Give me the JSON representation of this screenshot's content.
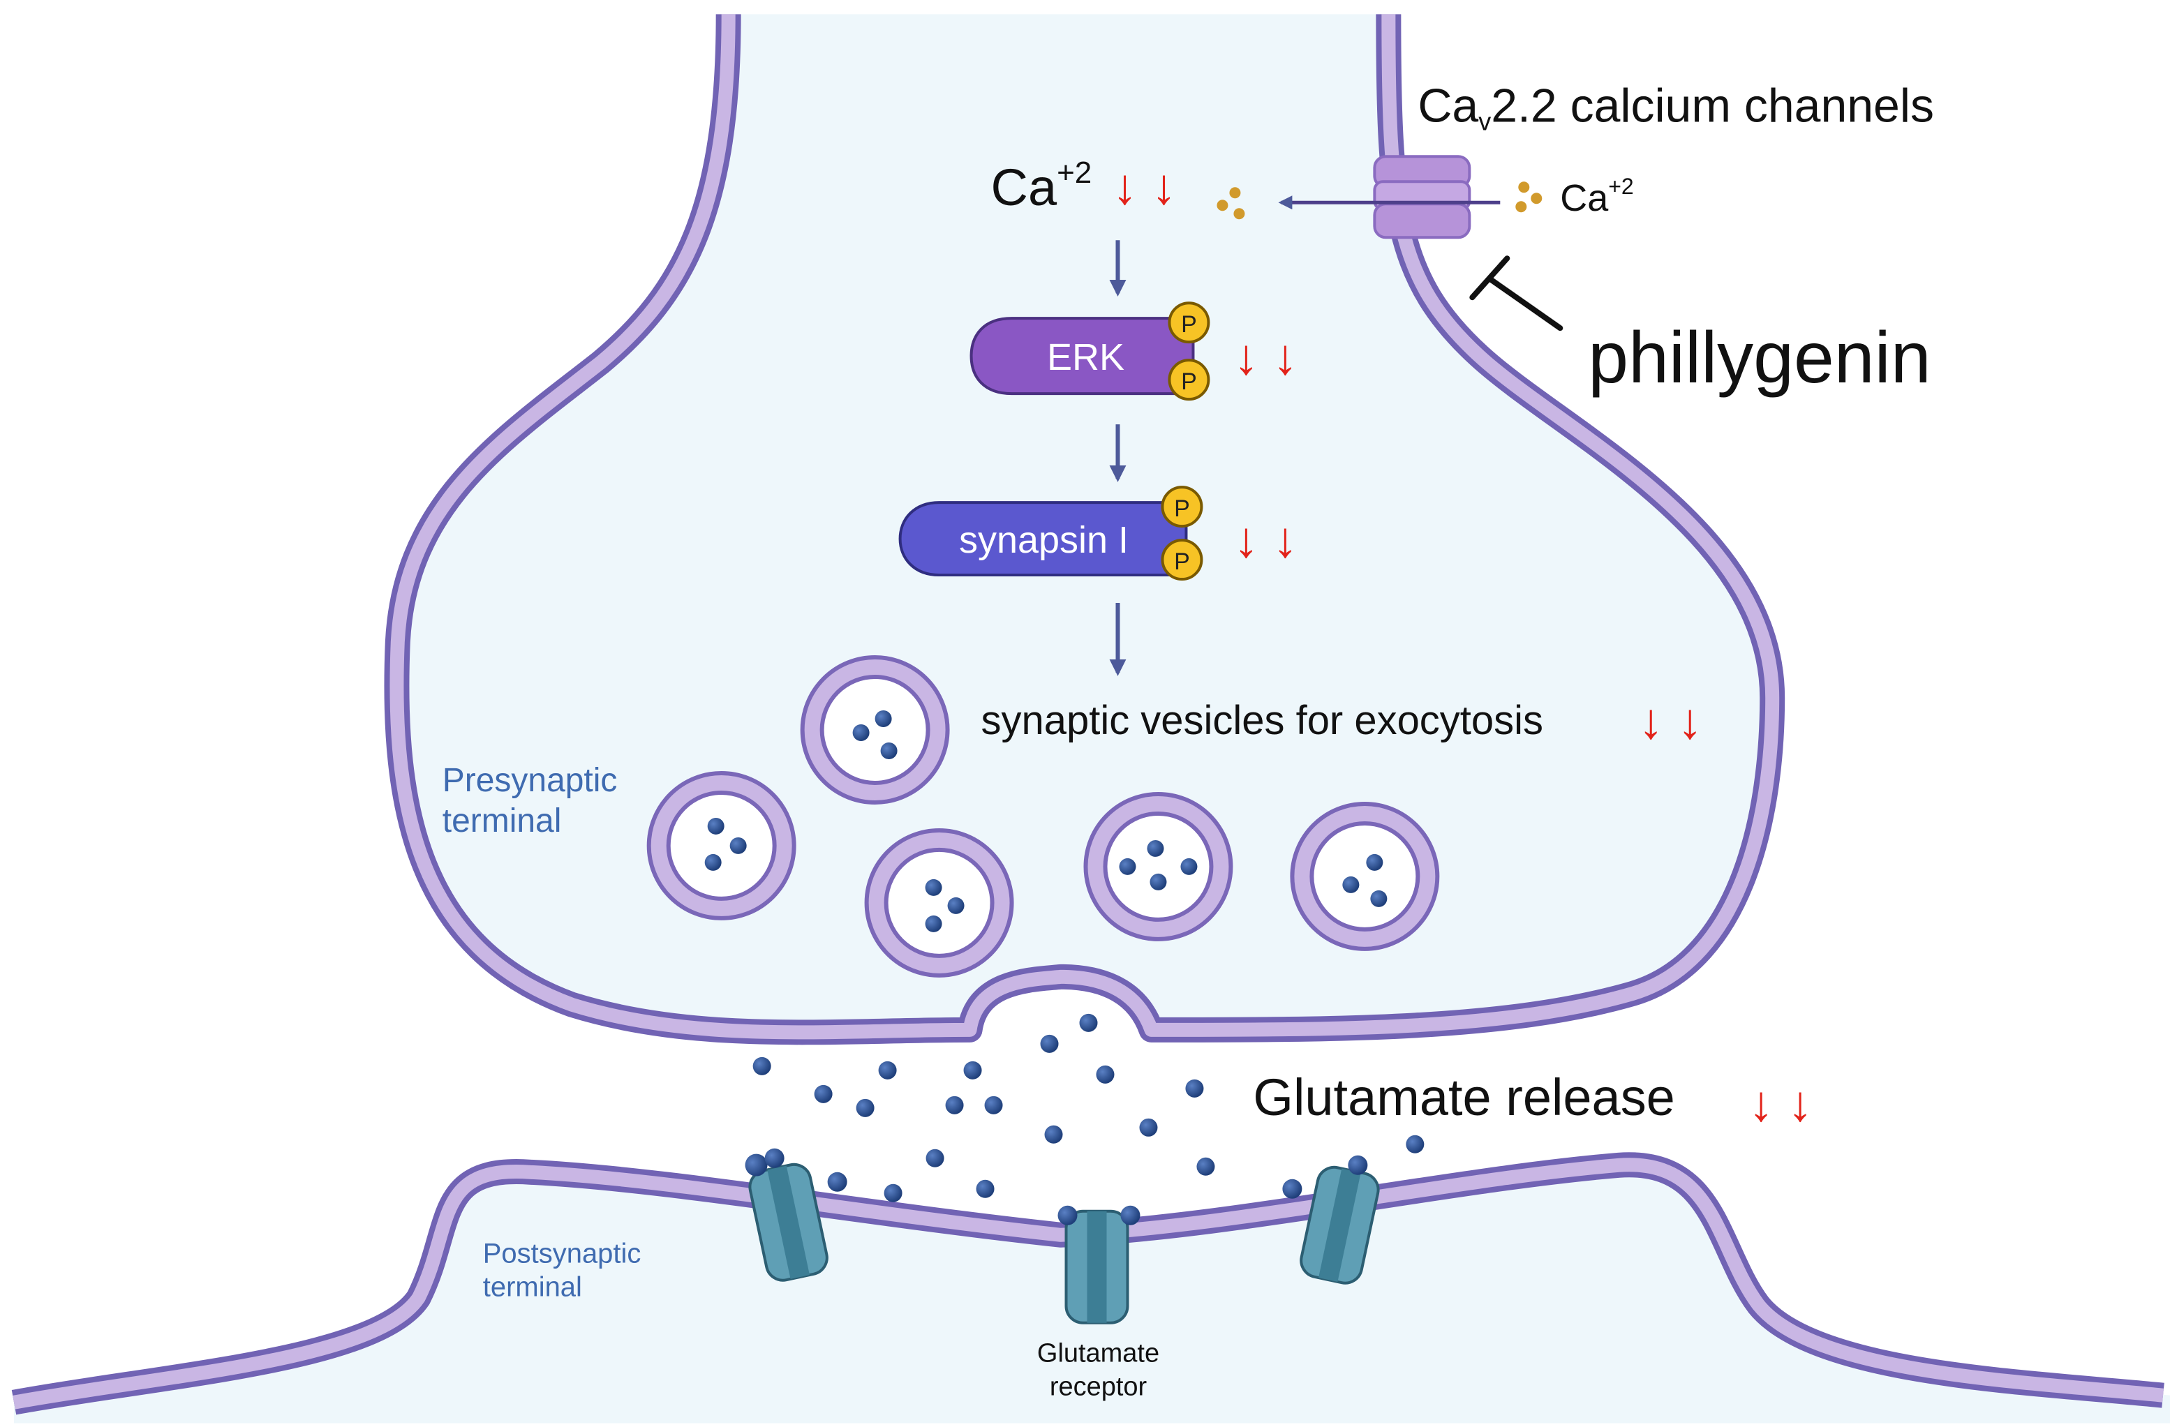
{
  "labels": {
    "channel_prefix": "Ca",
    "channel_sub": "v",
    "channel_suffix": "2.2 calcium channels",
    "ca_outside": "Ca",
    "ca_outside_sup": "+2",
    "ca_inside": "Ca",
    "ca_inside_sup": "+2",
    "inhibitor": "phillygenin",
    "erk": "ERK",
    "synapsin": "synapsin I",
    "phospho": "P",
    "vesicles": "synaptic vesicles for exocytosis",
    "glutamate_release": "Glutamate release",
    "presynaptic_line1": "Presynaptic",
    "presynaptic_line2": "terminal",
    "postsynaptic_line1": "Postsynaptic",
    "postsynaptic_line2": "terminal",
    "receptor_line1": "Glutamate",
    "receptor_line2": "receptor",
    "decrease_arrows": "↓ ↓"
  },
  "colors": {
    "background": "#ffffff",
    "cytoplasm": "#eef7fb",
    "membrane_outer": "#7163b4",
    "membrane_inner": "#c9b6e4",
    "erk_fill": "#8a57c4",
    "synapsin_fill": "#5b58cf",
    "phospho_fill": "#f7c325",
    "decrease_arrow": "#e2231a",
    "pathway_arrow": "#4d5a9a",
    "glutamate": "#2b4f8c",
    "calcium": "#d19a2c",
    "receptor": "#5f9fb5",
    "label_blue": "#3f6bb0",
    "channel": "#b693d9"
  }
}
